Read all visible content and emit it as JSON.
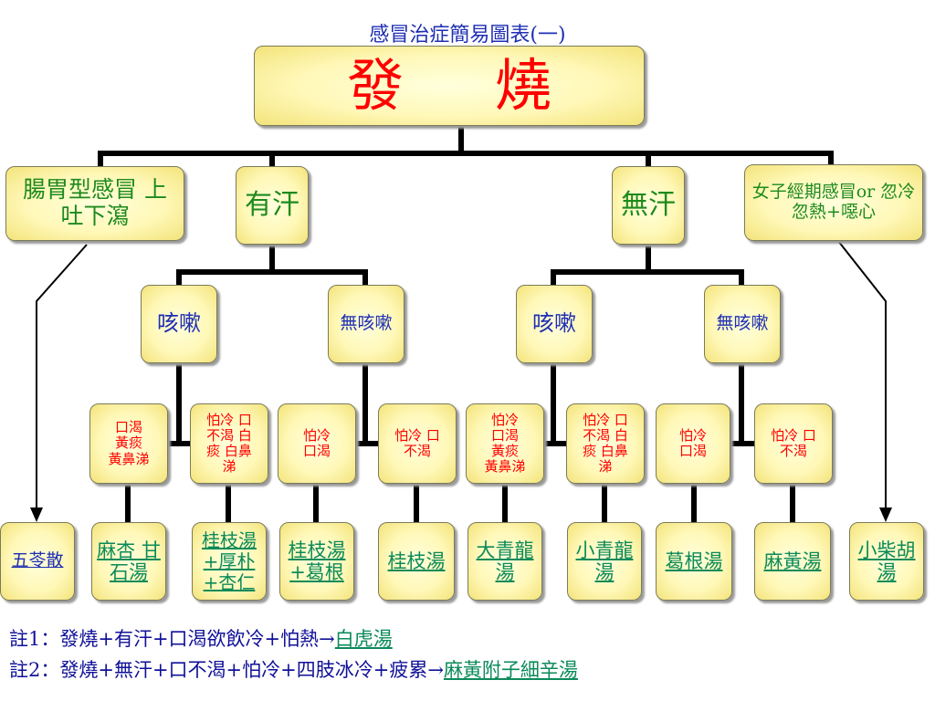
{
  "title": "感冒治症簡易圖表(一)",
  "root": "發 燒",
  "level1": {
    "gut": "腸胃型感冒 上吐下瀉",
    "sweat": "有汗",
    "no_sweat": "無汗",
    "women": "女子經期感冒or 忽冷忽熱+噁心"
  },
  "level2": {
    "sweat_cough": "咳嗽",
    "sweat_nocough": "無咳嗽",
    "nosweat_cough": "咳嗽",
    "nosweat_nocough": "無咳嗽"
  },
  "symptoms": [
    "口渴 黃痰 黃鼻涕",
    "怕冷 口不渴 白痰 白鼻涕",
    "怕冷 口渴",
    "怕冷 口不渴",
    "怕冷 口渴 黃痰 黃鼻涕",
    "怕冷 口不渴 白痰 白鼻涕",
    "怕冷 口渴",
    "怕冷 口不渴"
  ],
  "remedies": [
    "五苓散",
    "麻杏 甘石湯",
    "桂枝湯 +厚朴 +杏仁",
    "桂枝湯 +葛根",
    "桂枝湯",
    "大青龍 湯",
    "小青龍 湯",
    "葛根湯",
    "麻黃湯",
    "小柴胡 湯"
  ],
  "notes": {
    "n1_text": "註1：發燒+有汗+口渴欲飲冷+怕熱→",
    "n1_link": "白虎湯",
    "n2_text": "註2：發燒+無汗+口不渴+怕冷+四肢冰冷+疲累→",
    "n2_link": "麻黃附子細辛湯"
  },
  "colors": {
    "box_fill": "#fff8b8",
    "line": "#000000",
    "root_text": "#ff0000",
    "category_text": "#1e8a1e",
    "symptom_text": "#ff0000",
    "cough_text": "#1f2fb3"
  }
}
